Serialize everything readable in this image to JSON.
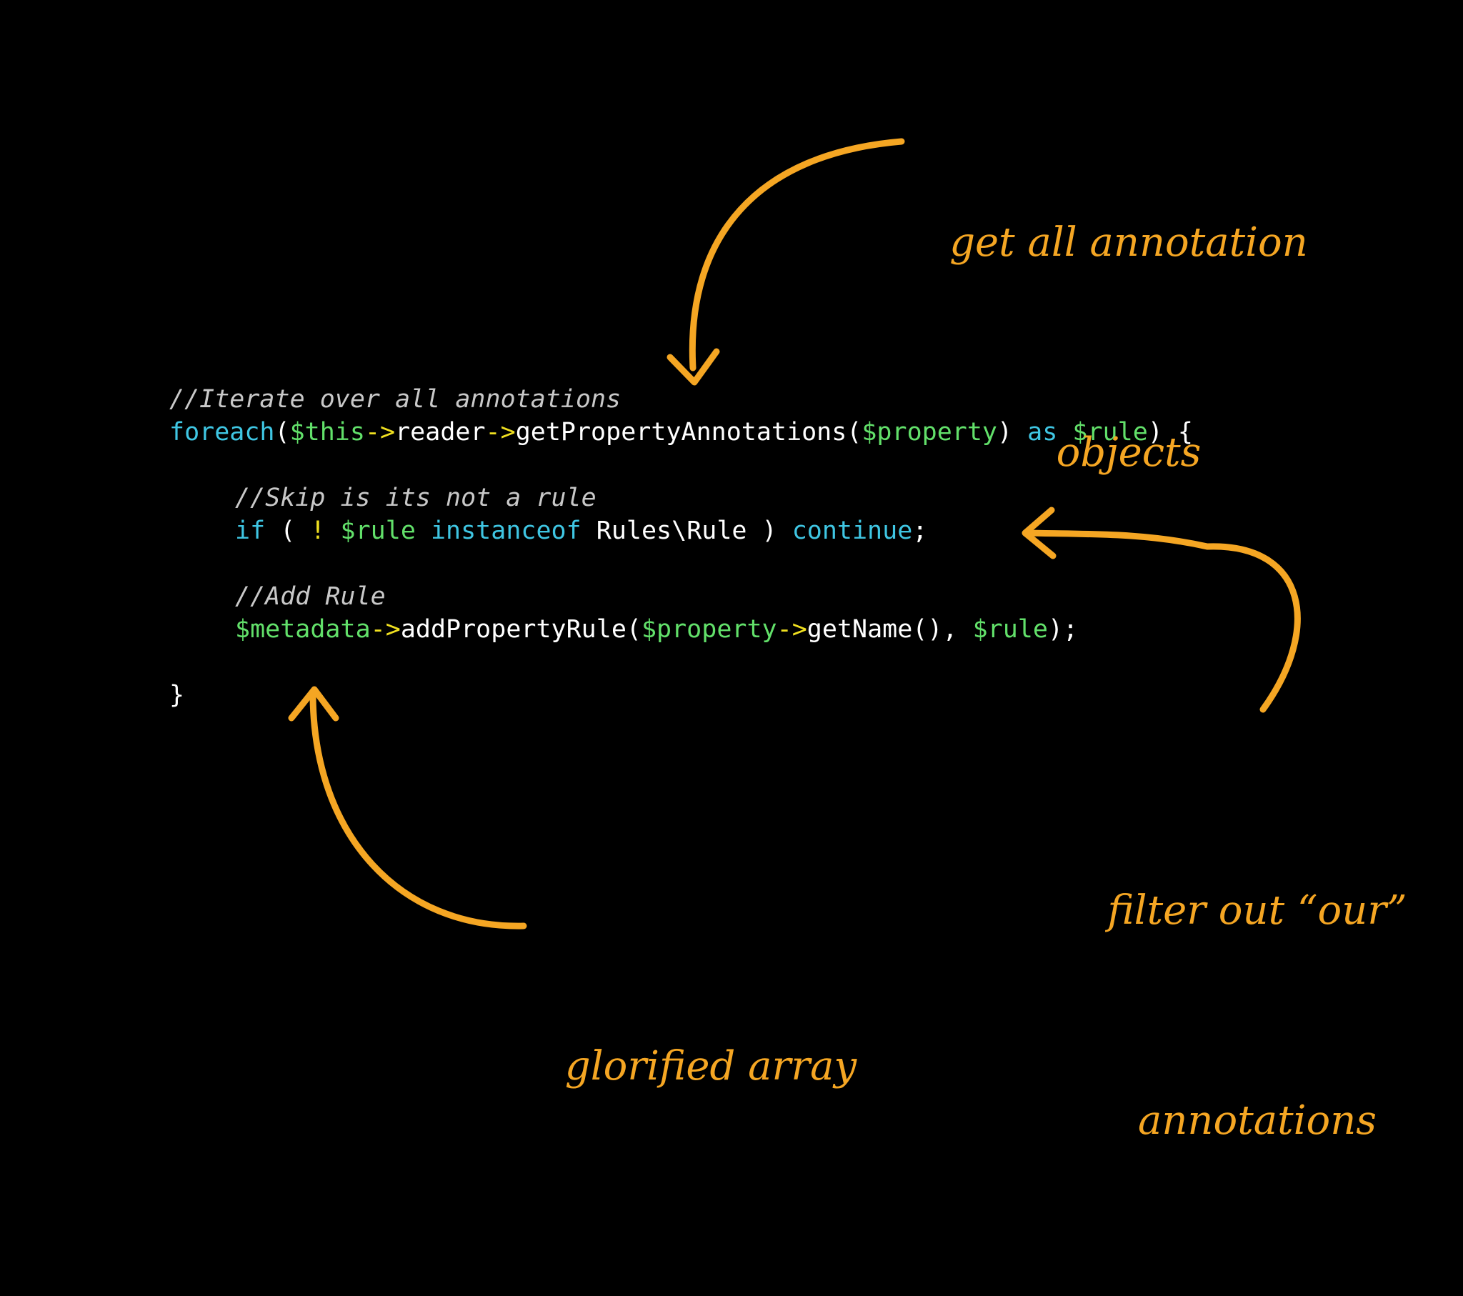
{
  "code": {
    "comment_iterate": "//Iterate over all annotations",
    "line_foreach": [
      {
        "cls": "kw",
        "text": "foreach"
      },
      {
        "cls": "txt",
        "text": "("
      },
      {
        "cls": "var",
        "text": "$this"
      },
      {
        "cls": "op",
        "text": "->"
      },
      {
        "cls": "txt",
        "text": "reader"
      },
      {
        "cls": "op",
        "text": "->"
      },
      {
        "cls": "txt",
        "text": "getPropertyAnnotations("
      },
      {
        "cls": "var",
        "text": "$property"
      },
      {
        "cls": "txt",
        "text": ") "
      },
      {
        "cls": "kw",
        "text": "as"
      },
      {
        "cls": "txt",
        "text": " "
      },
      {
        "cls": "var",
        "text": "$rule"
      },
      {
        "cls": "txt",
        "text": ") {"
      }
    ],
    "comment_skip": "//Skip is its not a rule",
    "line_if": [
      {
        "cls": "kw",
        "text": "if"
      },
      {
        "cls": "txt",
        "text": " ( "
      },
      {
        "cls": "op",
        "text": "!"
      },
      {
        "cls": "txt",
        "text": " "
      },
      {
        "cls": "var",
        "text": "$rule"
      },
      {
        "cls": "txt",
        "text": " "
      },
      {
        "cls": "kw",
        "text": "instanceof"
      },
      {
        "cls": "txt",
        "text": " Rules\\Rule ) "
      },
      {
        "cls": "kw",
        "text": "continue"
      },
      {
        "cls": "txt",
        "text": ";"
      }
    ],
    "comment_add": "//Add Rule",
    "line_add": [
      {
        "cls": "var",
        "text": "$metadata"
      },
      {
        "cls": "op",
        "text": "->"
      },
      {
        "cls": "txt",
        "text": "addPropertyRule("
      },
      {
        "cls": "var",
        "text": "$property"
      },
      {
        "cls": "op",
        "text": "->"
      },
      {
        "cls": "txt",
        "text": "getName(), "
      },
      {
        "cls": "var",
        "text": "$rule"
      },
      {
        "cls": "txt",
        "text": ");"
      }
    ],
    "closing_brace": "}"
  },
  "notes": {
    "get_all": {
      "line1": "get all annotation",
      "line2": "objects"
    },
    "filter": {
      "line1": "filter out “our”",
      "line2": "annotations"
    },
    "glorified": {
      "line1": "glorified array"
    }
  },
  "colors": {
    "background": "#000000",
    "keyword": "#3fc6e3",
    "variable": "#62e06a",
    "operator": "#f0e020",
    "comment": "#c8c8c8",
    "annotation": "#f5a623"
  }
}
